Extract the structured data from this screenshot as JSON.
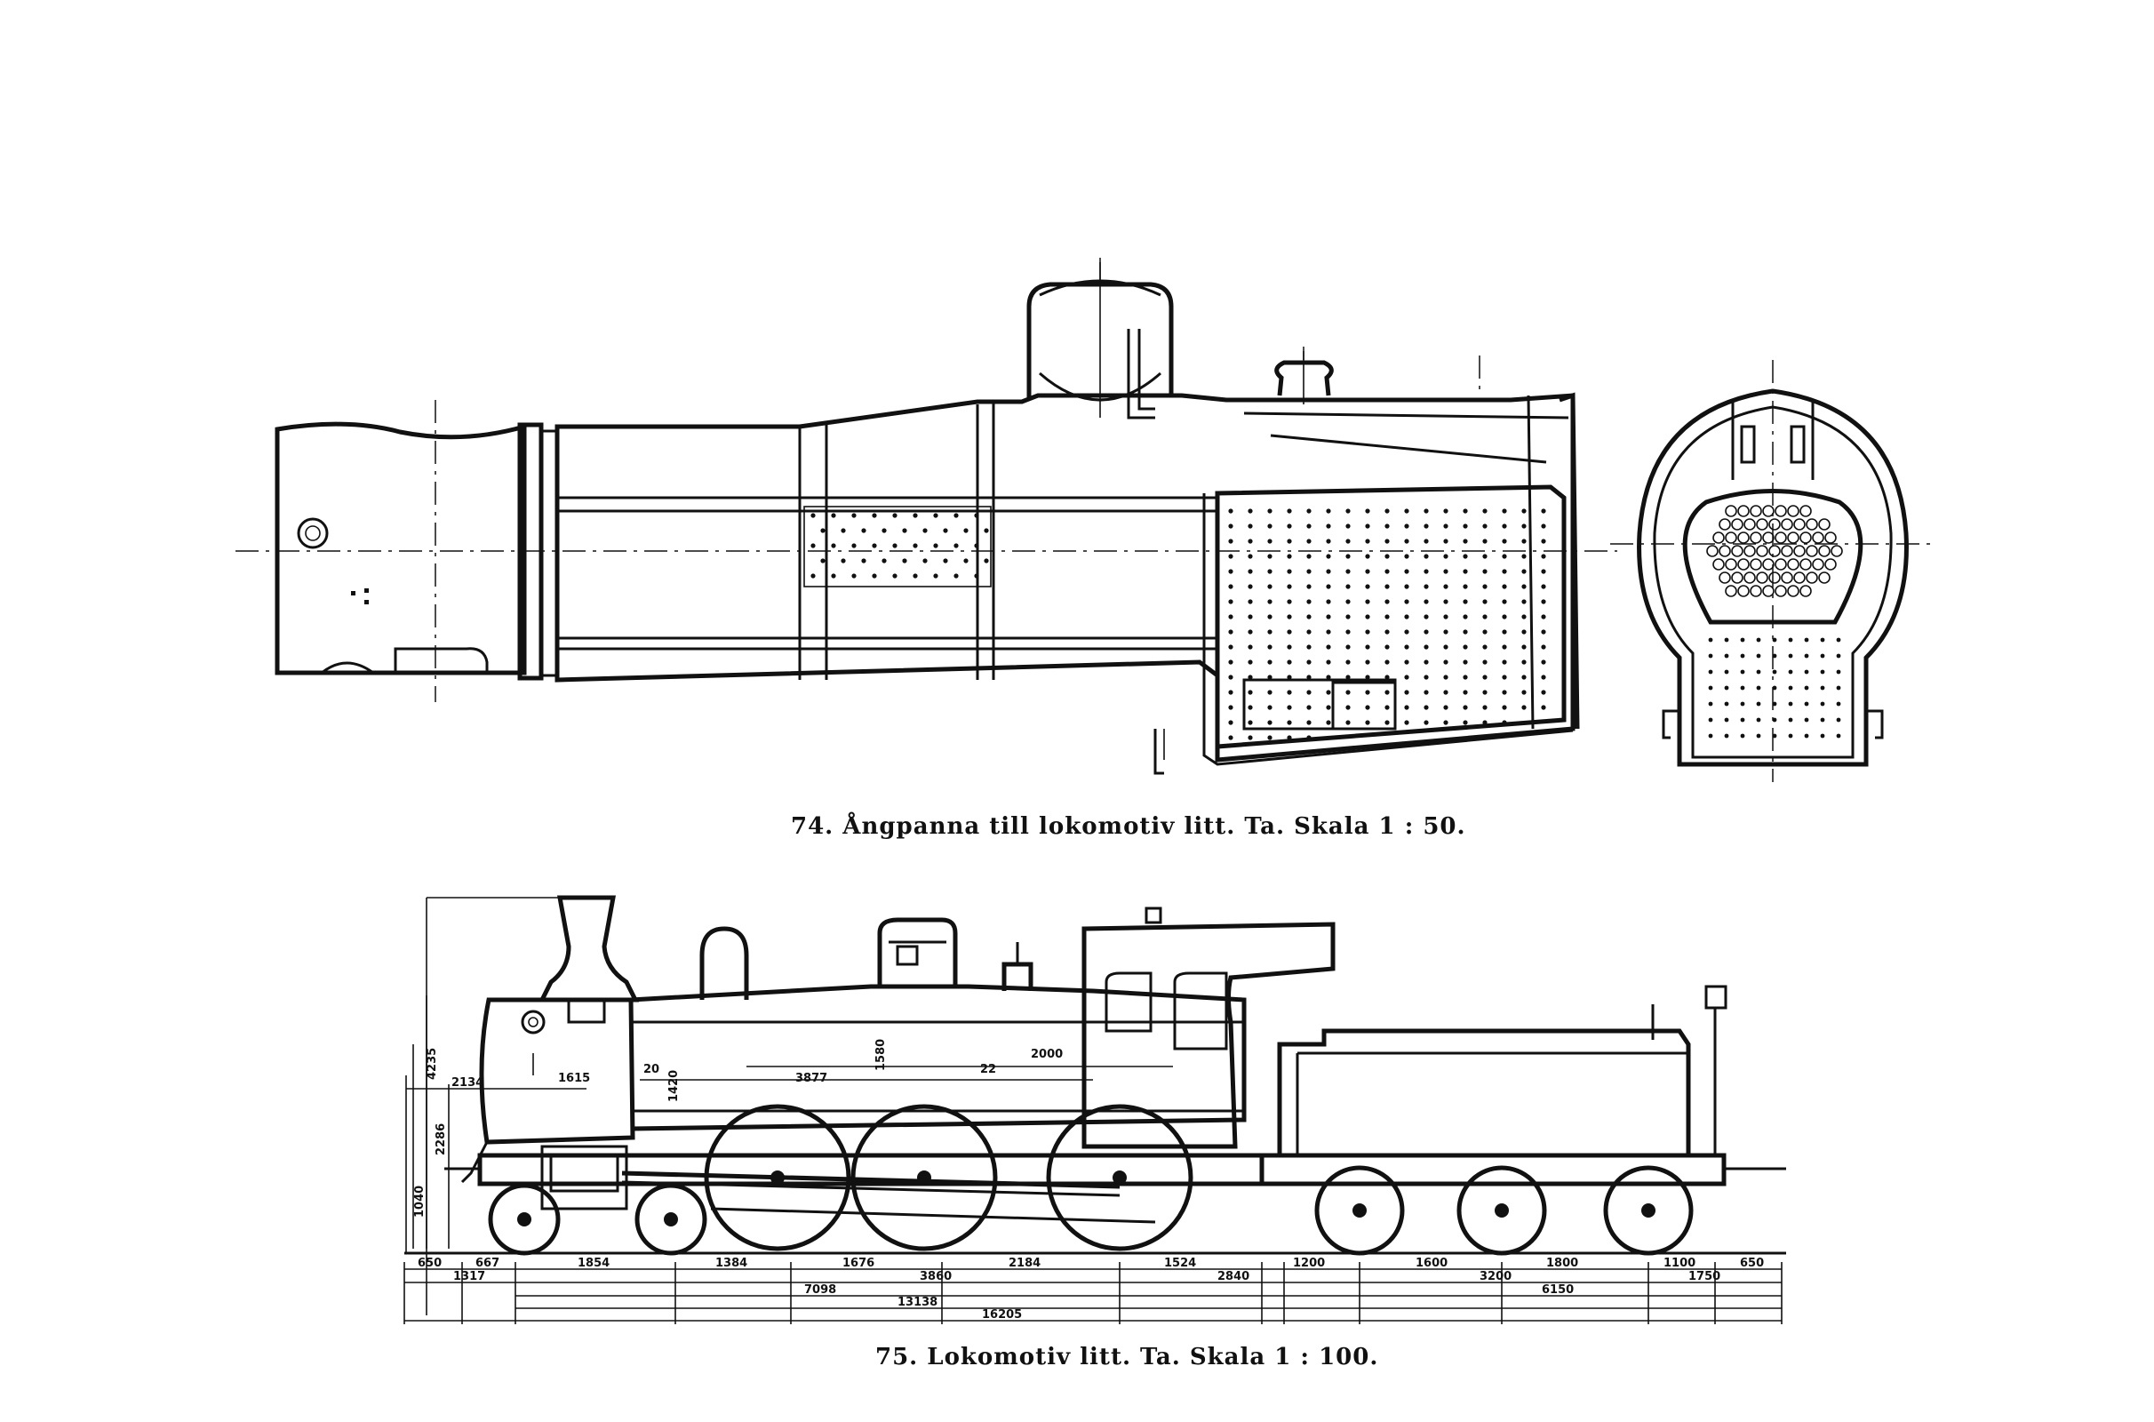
{
  "figure74": {
    "number": "74.",
    "caption": "Ångpanna till lokomotiv litt. Ta.  Skala 1 : 50."
  },
  "figure75": {
    "number": "75.",
    "caption": "Lokomotiv litt. Ta.  Skala 1 : 100.",
    "vertical_dims": [
      "4235",
      "2134",
      "2286",
      "1040"
    ],
    "inner_dims": [
      "1615",
      "20",
      "1420",
      "3877",
      "1580",
      "22",
      "2000"
    ],
    "dims_row1": [
      "650",
      "667",
      "1854",
      "1384",
      "1676",
      "2184",
      "1524",
      "1200",
      "1600",
      "1800",
      "1100",
      "650"
    ],
    "dims_row2": [
      "1317",
      "3860",
      "2840",
      "3200",
      "1750"
    ],
    "dims_row3": [
      "7098",
      "6150"
    ],
    "dims_row4": [
      "13138"
    ],
    "dims_row5": [
      "16205"
    ]
  }
}
